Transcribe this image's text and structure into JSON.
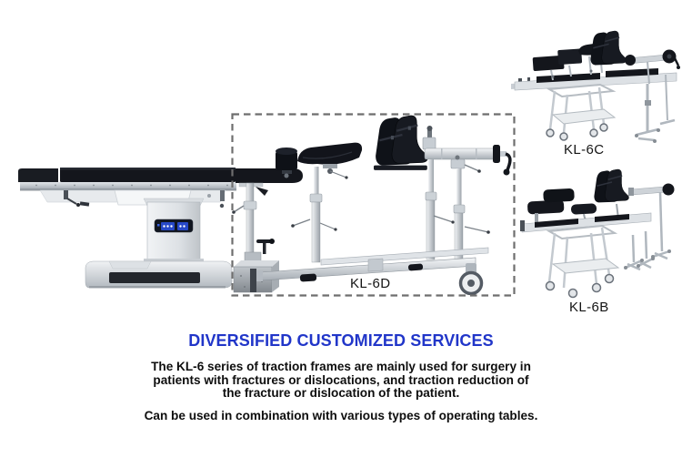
{
  "page": {
    "background": "#ffffff"
  },
  "showcase": {
    "products": [
      {
        "label": "KL-6D"
      },
      {
        "label": "KL-6C"
      },
      {
        "label": "KL-6B"
      }
    ]
  },
  "heading": {
    "title": "DIVERSIFIED CUSTOMIZED SERVICES"
  },
  "description": {
    "line1": "The KL-6 series of traction frames are mainly used for surgery in",
    "line2": "patients with fractures or dislocations, and traction reduction of",
    "line3": "the fracture or dislocation of the patient.",
    "note": "Can be used in combination with various types of operating tables."
  },
  "colors": {
    "heading_blue": "#2136c9",
    "body_text": "#0e0e0e",
    "dashed_border": "#6e6e6e",
    "pad_black": "#14161c",
    "metal_light": "#eef0f2",
    "metal_dark": "#9aa1a8"
  }
}
